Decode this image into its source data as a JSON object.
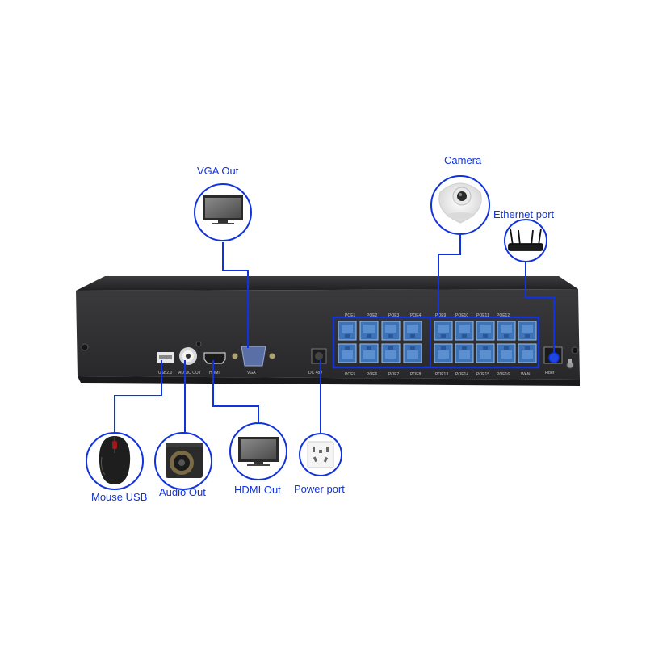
{
  "callouts": {
    "vga_out": "VGA Out",
    "camera": "Camera",
    "ethernet_port": "Ethernet port",
    "mouse_usb": "Mouse USB",
    "audio_out": "Audio Out",
    "hdmi_out": "HDMI Out",
    "power_port": "Power port"
  },
  "panel_labels": {
    "usb": "USB2.0",
    "audio": "AUDIO OUT",
    "hdmi": "HDMI",
    "vga": "VGA",
    "dc": "DC 48V",
    "wan": "WAN",
    "fiber": "Fiber",
    "poe_top": [
      "POE1",
      "POE2",
      "POE3",
      "POE4",
      "POE9",
      "POE10",
      "POE11",
      "POE12"
    ],
    "poe_bottom": [
      "POE5",
      "POE6",
      "POE7",
      "POE8",
      "POE13",
      "POE14",
      "POE15",
      "POE16"
    ]
  },
  "colors": {
    "accent": "#1133dd",
    "device_body": "#2f2f31",
    "port_fill": "#3d73b8"
  }
}
